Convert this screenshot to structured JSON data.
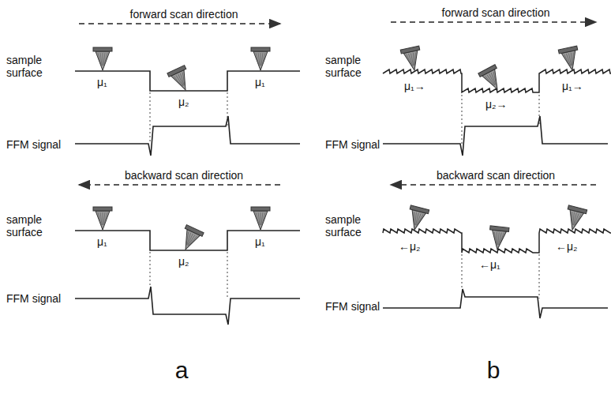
{
  "diagram": {
    "labels": [
      "forward scan direction",
      "sample surface",
      "μ₁",
      "μ₂",
      "μ₁",
      "FFM signal",
      "backward scan direction",
      "sample surface",
      "μ₁",
      "μ₂",
      "μ₁",
      "FFM signal",
      "a",
      "forward scan direction",
      "sample surface",
      "μ₁→",
      "μ₂→",
      "μ₁→",
      "FFM signal",
      "backward scan direction",
      "sample surface",
      "←μ₂",
      "←μ₁",
      "←μ₂",
      "FFM signal",
      "b"
    ]
  }
}
